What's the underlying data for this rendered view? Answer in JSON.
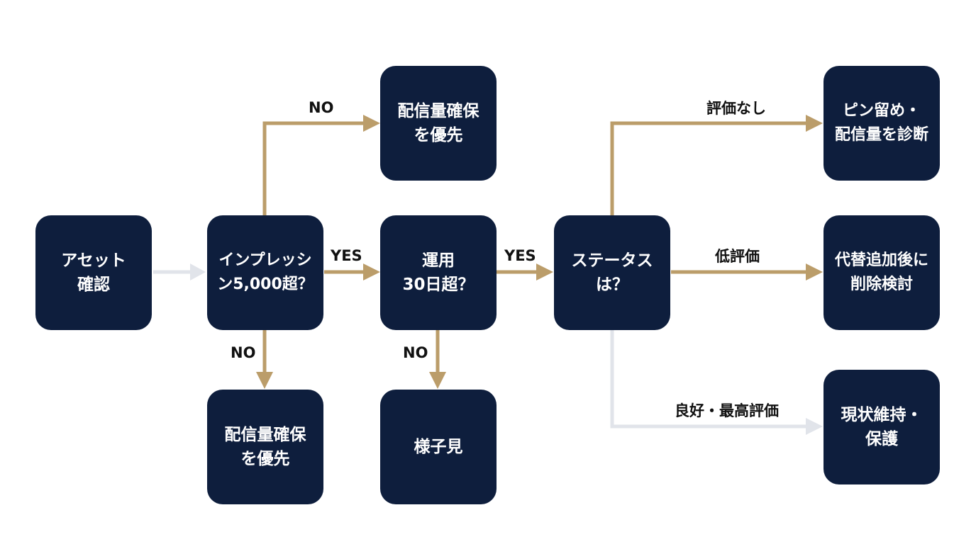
{
  "colors": {
    "node_fill": "#0e1e3d",
    "node_text": "#ffffff",
    "edge_primary": "#bb9d6a",
    "edge_secondary": "#e1e4ea",
    "label_text": "#111111"
  },
  "nodes": {
    "asset_check": "アセット\n確認",
    "impressions_q": "インプレッシ\nン5,000超？",
    "secure_top": "配信量確保\nを優先",
    "secure_bottom": "配信量確保\nを優先",
    "days_q": "運用\n30日超？",
    "wait": "様子見",
    "status_q": "ステータス\nは？",
    "pin_diagnose": "ピン留め・\n配信量を診断",
    "replace_delete": "代替追加後に\n削除検討",
    "keep_protect": "現状維持・\n保護"
  },
  "labels": {
    "imp_no_up": "NO",
    "imp_yes": "YES",
    "imp_no_down": "NO",
    "days_yes": "YES",
    "days_no": "NO",
    "status_none": "評価なし",
    "status_low": "低評価",
    "status_good": "良好・最高評価"
  }
}
